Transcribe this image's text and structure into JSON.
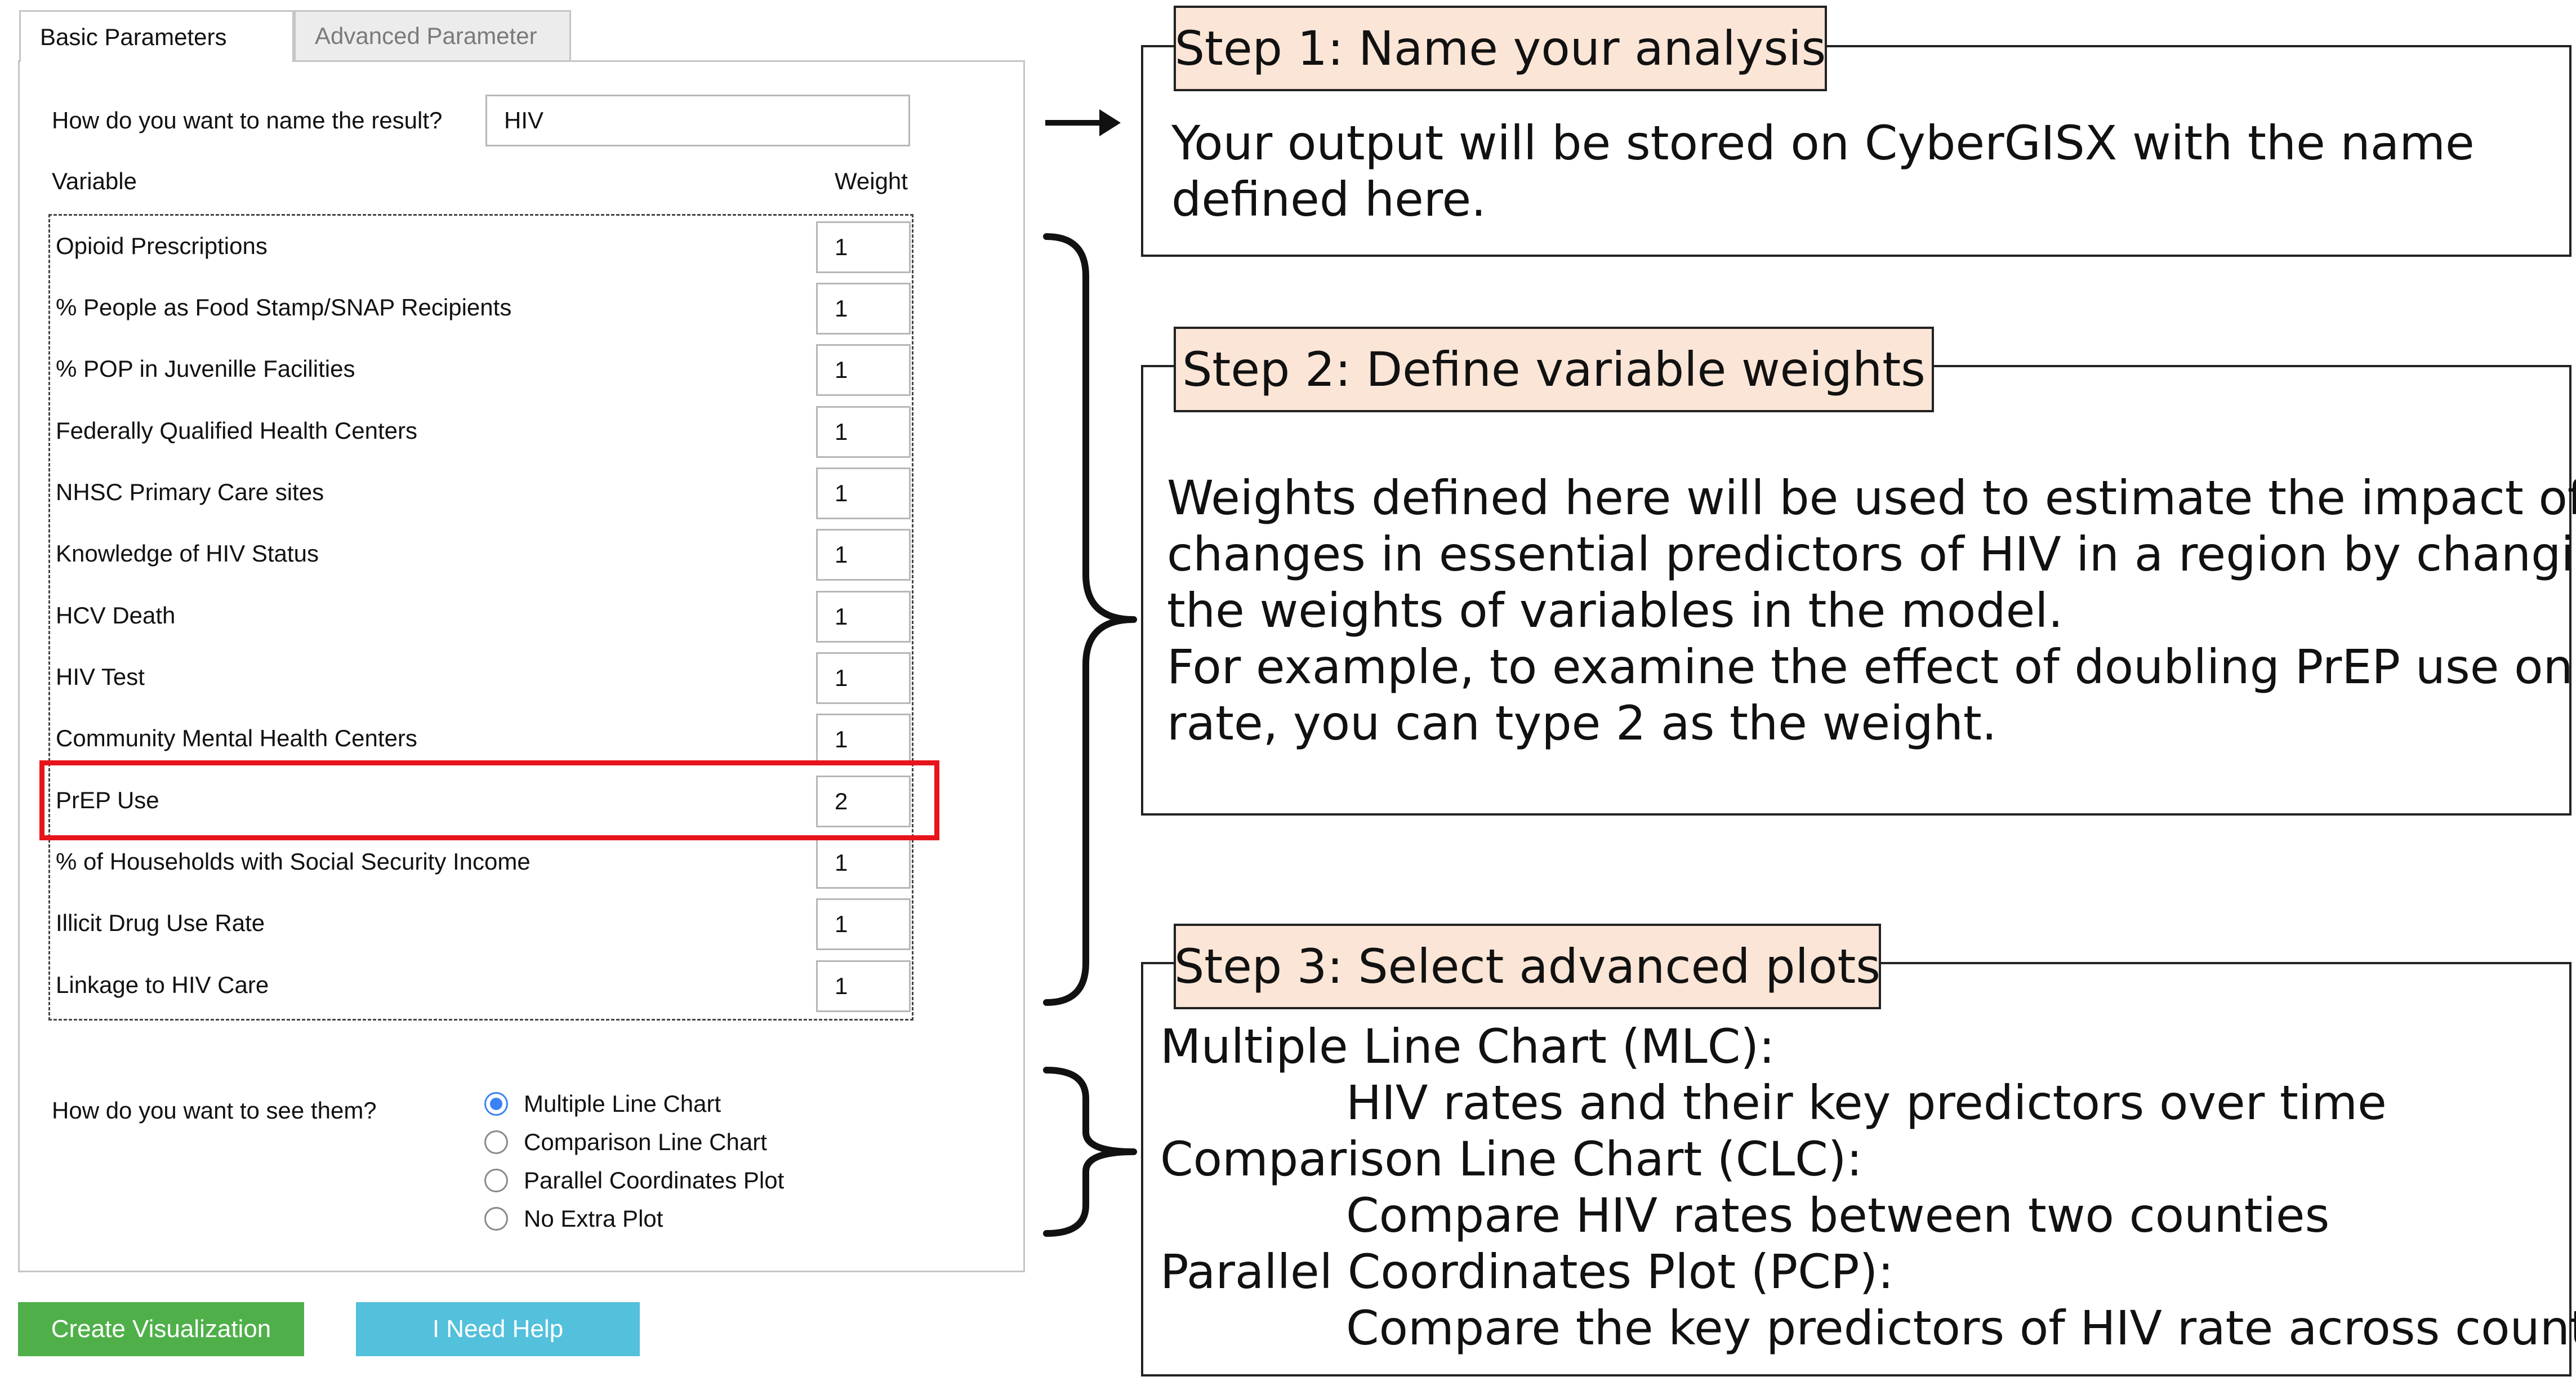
{
  "tabs": [
    {
      "label": "Basic Parameters",
      "active": true
    },
    {
      "label": "Advanced Parameter",
      "active": false
    }
  ],
  "form": {
    "name_question": "How do you want to name the result?",
    "name_value": "HIV",
    "variable_header": "Variable",
    "weight_header": "Weight",
    "variables": [
      {
        "label": "Opioid Prescriptions",
        "weight": "1"
      },
      {
        "label": "% People as Food Stamp/SNAP Recipients",
        "weight": "1"
      },
      {
        "label": "% POP in Juvenille Facilities",
        "weight": "1"
      },
      {
        "label": "Federally Qualified Health Centers",
        "weight": "1"
      },
      {
        "label": "NHSC Primary Care sites",
        "weight": "1"
      },
      {
        "label": "Knowledge of HIV Status",
        "weight": "1"
      },
      {
        "label": "HCV Death",
        "weight": "1"
      },
      {
        "label": "HIV Test",
        "weight": "1"
      },
      {
        "label": "Community Mental Health Centers",
        "weight": "1"
      },
      {
        "label": "PrEP Use",
        "weight": "2",
        "highlighted": true
      },
      {
        "label": "% of Households with Social Security Income",
        "weight": "1"
      },
      {
        "label": "Illicit Drug Use Rate",
        "weight": "1"
      },
      {
        "label": "Linkage to HIV Care",
        "weight": "1"
      }
    ],
    "view_question": "How do you want to see them?",
    "view_options": [
      {
        "label": "Multiple Line Chart",
        "checked": true
      },
      {
        "label": "Comparison Line Chart",
        "checked": false
      },
      {
        "label": "Parallel Coordinates Plot",
        "checked": false
      },
      {
        "label": "No Extra Plot",
        "checked": false
      }
    ],
    "create_button": "Create Visualization",
    "help_button": "I Need Help"
  },
  "highlight_color": "#e8141b",
  "annotations": {
    "step1": {
      "title": "Step 1: Name your analysis",
      "lines": [
        "Your output will be stored on CyberGISX with the name",
        "defined here."
      ]
    },
    "step2": {
      "title": "Step 2: Define variable weights",
      "lines": [
        "Weights defined here will be used to estimate the impact of",
        "changes in essential predictors of HIV in a region by changing",
        "the weights of variables in the model.",
        "For example, to examine the effect of doubling PrEP use on HIV",
        "rate, you can type 2 as the weight."
      ]
    },
    "step3": {
      "title": "Step 3: Select advanced plots",
      "lines": [
        "Multiple Line Chart (MLC):",
        "HIV rates and their key predictors over time",
        "Comparison Line Chart (CLC):",
        "Compare HIV rates between two counties",
        "Parallel Coordinates Plot (PCP):",
        "Compare the key predictors of HIV rate across counties"
      ]
    },
    "tag_color": "#fbe5d6"
  }
}
